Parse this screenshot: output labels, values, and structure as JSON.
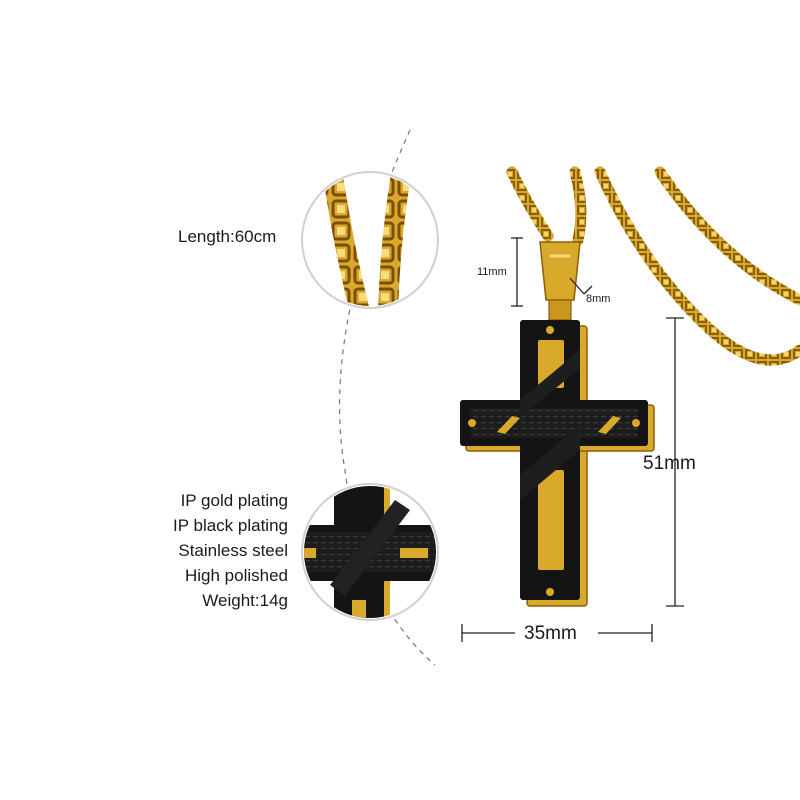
{
  "colors": {
    "gold": "#d9a92b",
    "gold_dark": "#a87812",
    "gold_light": "#f3d36a",
    "black_plate": "#141414",
    "dimension_line": "#222222"
  },
  "chain_callout": {
    "label": "Length:60cm"
  },
  "material_callout": {
    "specs": [
      "IP gold plating",
      "IP black plating",
      "Stainless steel",
      "High polished",
      "Weight:14g"
    ]
  },
  "dimensions": {
    "bail_height": "11mm",
    "bail_width": "8mm",
    "cross_height": "51mm",
    "cross_width": "35mm"
  }
}
